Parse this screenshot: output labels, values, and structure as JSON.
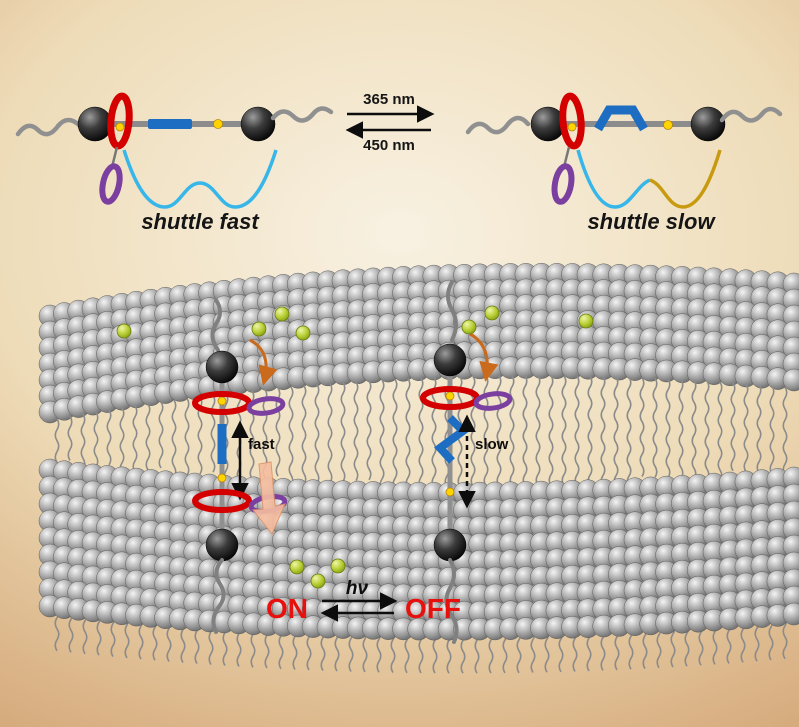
{
  "top_panel": {
    "left_molecule_label": "shuttle fast",
    "right_molecule_label": "shuttle slow",
    "forward_wavelength": "365 nm",
    "reverse_wavelength": "450 nm"
  },
  "membrane_panel": {
    "fast_arrow_label": "fast",
    "slow_arrow_label": "slow",
    "on_label": "ON",
    "hv_label": "hν",
    "off_label": "OFF"
  },
  "colors": {
    "background_center": "#f8f1e2",
    "background_edge": "#c99a66",
    "red_macrocycle": "#d40000",
    "purple_macrocycle": "#7b3fa0",
    "blue_station": "#1d6ec2",
    "blue_well_curve": "#37b6e9",
    "orange_well_curve": "#c79a10",
    "ion_green": "#b6cd32",
    "stopper_black": "#111111",
    "lipid_gray": "#a8a8a8",
    "on_off_red": "#e8100c",
    "orange_arrow": "#c96a1c",
    "pink_arrow": "#f6bd9f"
  }
}
